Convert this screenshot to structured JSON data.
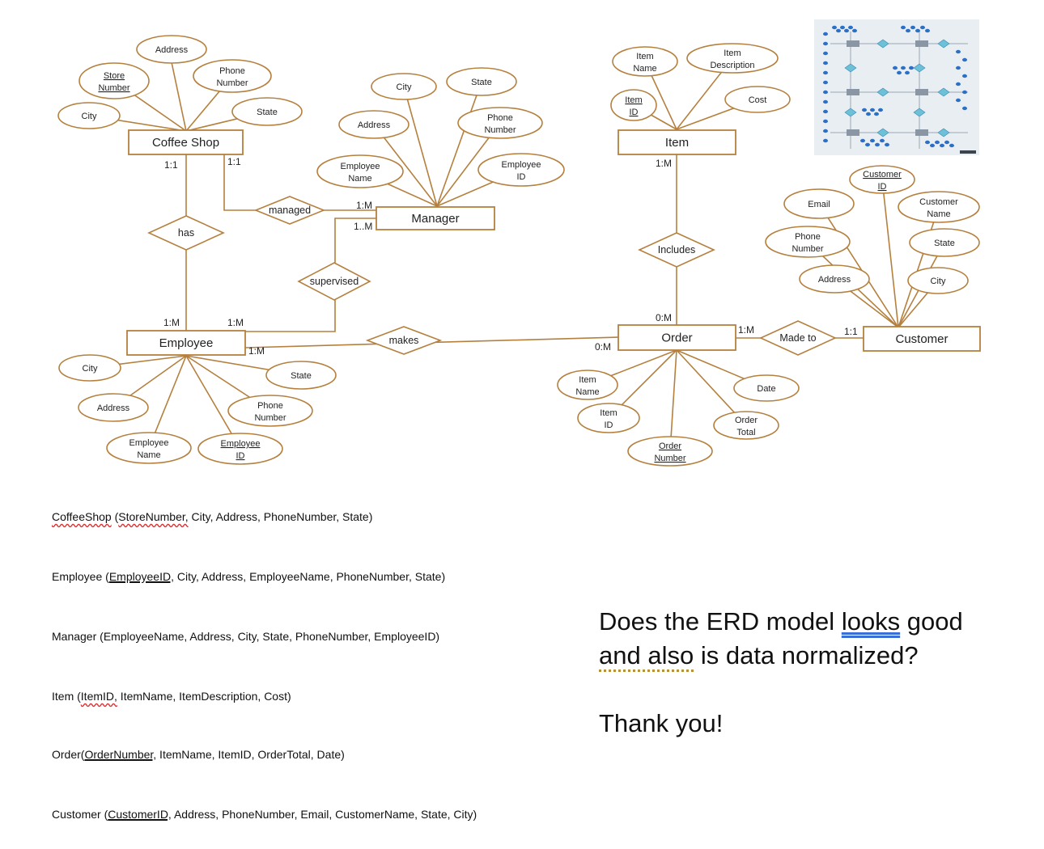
{
  "colors": {
    "stroke": "#b5803e",
    "text": "#222222",
    "thumb_bg": "#e9eef3",
    "thumb_node": "#2b6fc7",
    "thumb_rel": "#6cc0d8"
  },
  "entities": {
    "coffee_shop": "Coffee Shop",
    "manager": "Manager",
    "employee": "Employee",
    "item": "Item",
    "order": "Order",
    "customer": "Customer"
  },
  "relationships": {
    "has": "has",
    "managed": "managed",
    "supervised": "supervised",
    "makes": "makes",
    "includes": "Includes",
    "made_to": "Made to"
  },
  "cardinalities": {
    "cs_has": "1:1",
    "cs_managed": "1:1",
    "mgr_managed": "1:M",
    "mgr_supervised": "1..M",
    "emp_has": "1:M",
    "emp_supervised": "1:M",
    "emp_makes": "1:M",
    "item_includes": "1:M",
    "order_includes": "0:M",
    "order_makes": "0:M",
    "order_madeto": "1:M",
    "cust_madeto": "1:1"
  },
  "attributes": {
    "cs_address": [
      "Address"
    ],
    "cs_store_number": [
      "Store",
      "Number"
    ],
    "cs_phone": [
      "Phone",
      "Number"
    ],
    "cs_city": [
      "City"
    ],
    "cs_state": [
      "State"
    ],
    "mgr_city": [
      "City"
    ],
    "mgr_state": [
      "State"
    ],
    "mgr_address": [
      "Address"
    ],
    "mgr_phone": [
      "Phone",
      "Number"
    ],
    "mgr_emp_name": [
      "Employee",
      "Name"
    ],
    "mgr_emp_id": [
      "Employee",
      "ID"
    ],
    "item_name": [
      "Item",
      "Name"
    ],
    "item_desc": [
      "Item",
      "Description"
    ],
    "item_id": [
      "Item",
      "ID"
    ],
    "item_cost": [
      "Cost"
    ],
    "cust_id": [
      "Customer",
      "ID"
    ],
    "cust_email": [
      "Email"
    ],
    "cust_name": [
      "Customer",
      "Name"
    ],
    "cust_phone": [
      "Phone",
      "Number"
    ],
    "cust_state": [
      "State"
    ],
    "cust_address": [
      "Address"
    ],
    "cust_city": [
      "City"
    ],
    "emp_city": [
      "City"
    ],
    "emp_state": [
      "State"
    ],
    "emp_address": [
      "Address"
    ],
    "emp_phone": [
      "Phone",
      "Number"
    ],
    "emp_name": [
      "Employee",
      "Name"
    ],
    "emp_id": [
      "Employee",
      "ID"
    ],
    "ord_item_name": [
      "Item",
      "Name"
    ],
    "ord_date": [
      "Date"
    ],
    "ord_item_id": [
      "Item",
      "ID"
    ],
    "ord_total": [
      "Order",
      "Total"
    ],
    "ord_number": [
      "Order",
      "Number"
    ]
  },
  "relations": [
    {
      "name": "CoffeeShop",
      "open": " (",
      "pk": "StoreNumber,",
      "rest": " City, Address, PhoneNumber, State)"
    },
    {
      "name": "Employee",
      "open": " (",
      "pk": "EmployeeID,",
      "rest": " City, Address, EmployeeName, PhoneNumber, State)"
    },
    {
      "name": "Manager",
      "open": " (",
      "pk": "",
      "rest": "EmployeeName, Address, City, State, PhoneNumber, EmployeeID)"
    },
    {
      "name": "Item",
      "open": " (",
      "pk": "ItemID,",
      "rest": " ItemName, ItemDescription, Cost)"
    },
    {
      "name": "Order",
      "open": "(",
      "pk": "OrderNumber,",
      "rest": " ItemName, ItemID, OrderTotal, Date)"
    },
    {
      "name": "Customer",
      "open": " (",
      "pk": "CustomerID,",
      "rest": " Address, PhoneNumber, Email, CustomerName, State, City)"
    }
  ],
  "question": {
    "part1": "Does the ERD model ",
    "looks": "looks",
    "part2": " good",
    "and_also": "and also",
    "part3": " is data normalized?"
  },
  "thanks": "Thank you!"
}
